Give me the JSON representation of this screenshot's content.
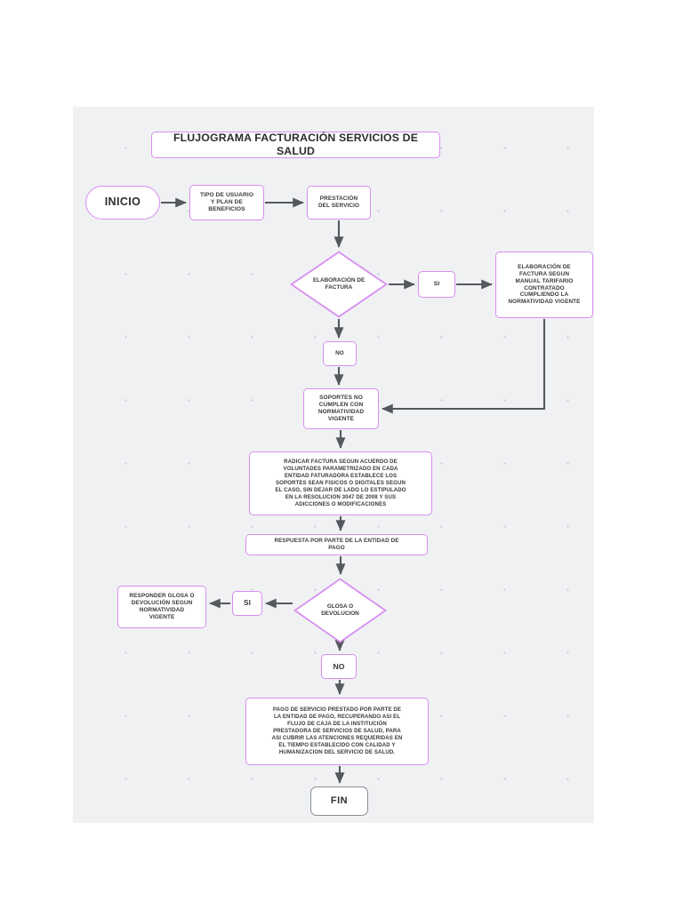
{
  "document": {
    "title": "FLUJOGRAMA FACTURACIÓN SERVICIOS DE SALUD",
    "canvas_background": "#f0f1f3",
    "node_border_color": "#d78ef0",
    "connector_color": "#55585f",
    "terminator_border_color": "#8a8d94"
  },
  "nodes": {
    "inicio": {
      "label": "INICIO",
      "shape": "terminator"
    },
    "tipo_usuario": {
      "label": "TIPO DE USUARIO\nY PLAN DE\nBENEFICIOS",
      "shape": "rectangle"
    },
    "prestacion": {
      "label": "PRESTACIÓN\nDEL SERVICIO",
      "shape": "rectangle"
    },
    "elaboracion_factura_decision": {
      "label": "ELABORACIÓN DE\nFACTURA",
      "shape": "diamond"
    },
    "si_1": {
      "label": "SI",
      "shape": "rectangle"
    },
    "no_1": {
      "label": "NO",
      "shape": "rectangle"
    },
    "elaboracion_factura_manual": {
      "label": "ELABORACIÓN DE\nFACTURA SEGUN\nMANUAL TARIFARIO\nCONTRATADO\nCUMPLIENDO LA\nNORMATIVIDAD VIGENTE",
      "shape": "rectangle"
    },
    "soportes": {
      "label": "SOPORTES NO\nCUMPLEN CON\nNORMATIVIDAD\nVIGENTE",
      "shape": "rectangle"
    },
    "radicar": {
      "label": "RADICAR FACTURA SEGUN ACUERDO DE\nVOLUNTADES PARAMETRIZADO EN CADA\nENTIDAD FATURADORA ESTABLECE LOS\nSOPORTES SEAN FISICOS O DIGITALES SEGUN\nEL CASO, SIN DEJAR DE LADO LO ESTIPULADO\nEN LA RESOLUCION 3047 DE 2008 Y SUS\nADICCIONES O MODIFICACIONES",
      "shape": "rectangle"
    },
    "respuesta": {
      "label": "RESPUESTA POR PARTE DE LA ENTIDAD DE\nPAGO",
      "shape": "rectangle"
    },
    "glosa_decision": {
      "label": "GLOSA O\nDEVOLUCION",
      "shape": "diamond"
    },
    "si_2": {
      "label": "SI",
      "shape": "rectangle"
    },
    "responder_glosa": {
      "label": "RESPONDER GLOSA O\nDEVOLUCIÓN SEGUN\nNORMATIVIDAD\nVIGENTE",
      "shape": "rectangle"
    },
    "no_2": {
      "label": "NO",
      "shape": "rectangle"
    },
    "pago_servicio": {
      "label": "PAGO DE SERVICIO  PRESTADO POR PARTE DE\nLA ENTIDAD DE PAGO, RECUPERANDO ASI EL\nFLUJO DE CAJA DE LA INSTITUCIÓN\nPRESTADORA DE SERVICIOS DE SALUD, PARA\nASI CUBRIR  LAS ATENCIONES REQUERIDAS EN\nEL TIEMPO ESTABLECIDO CON CALIDAD Y\nHUMANIZACION DEL SERVICIO DE SALUD.",
      "shape": "rectangle"
    },
    "fin": {
      "label": "FIN",
      "shape": "terminator"
    }
  }
}
